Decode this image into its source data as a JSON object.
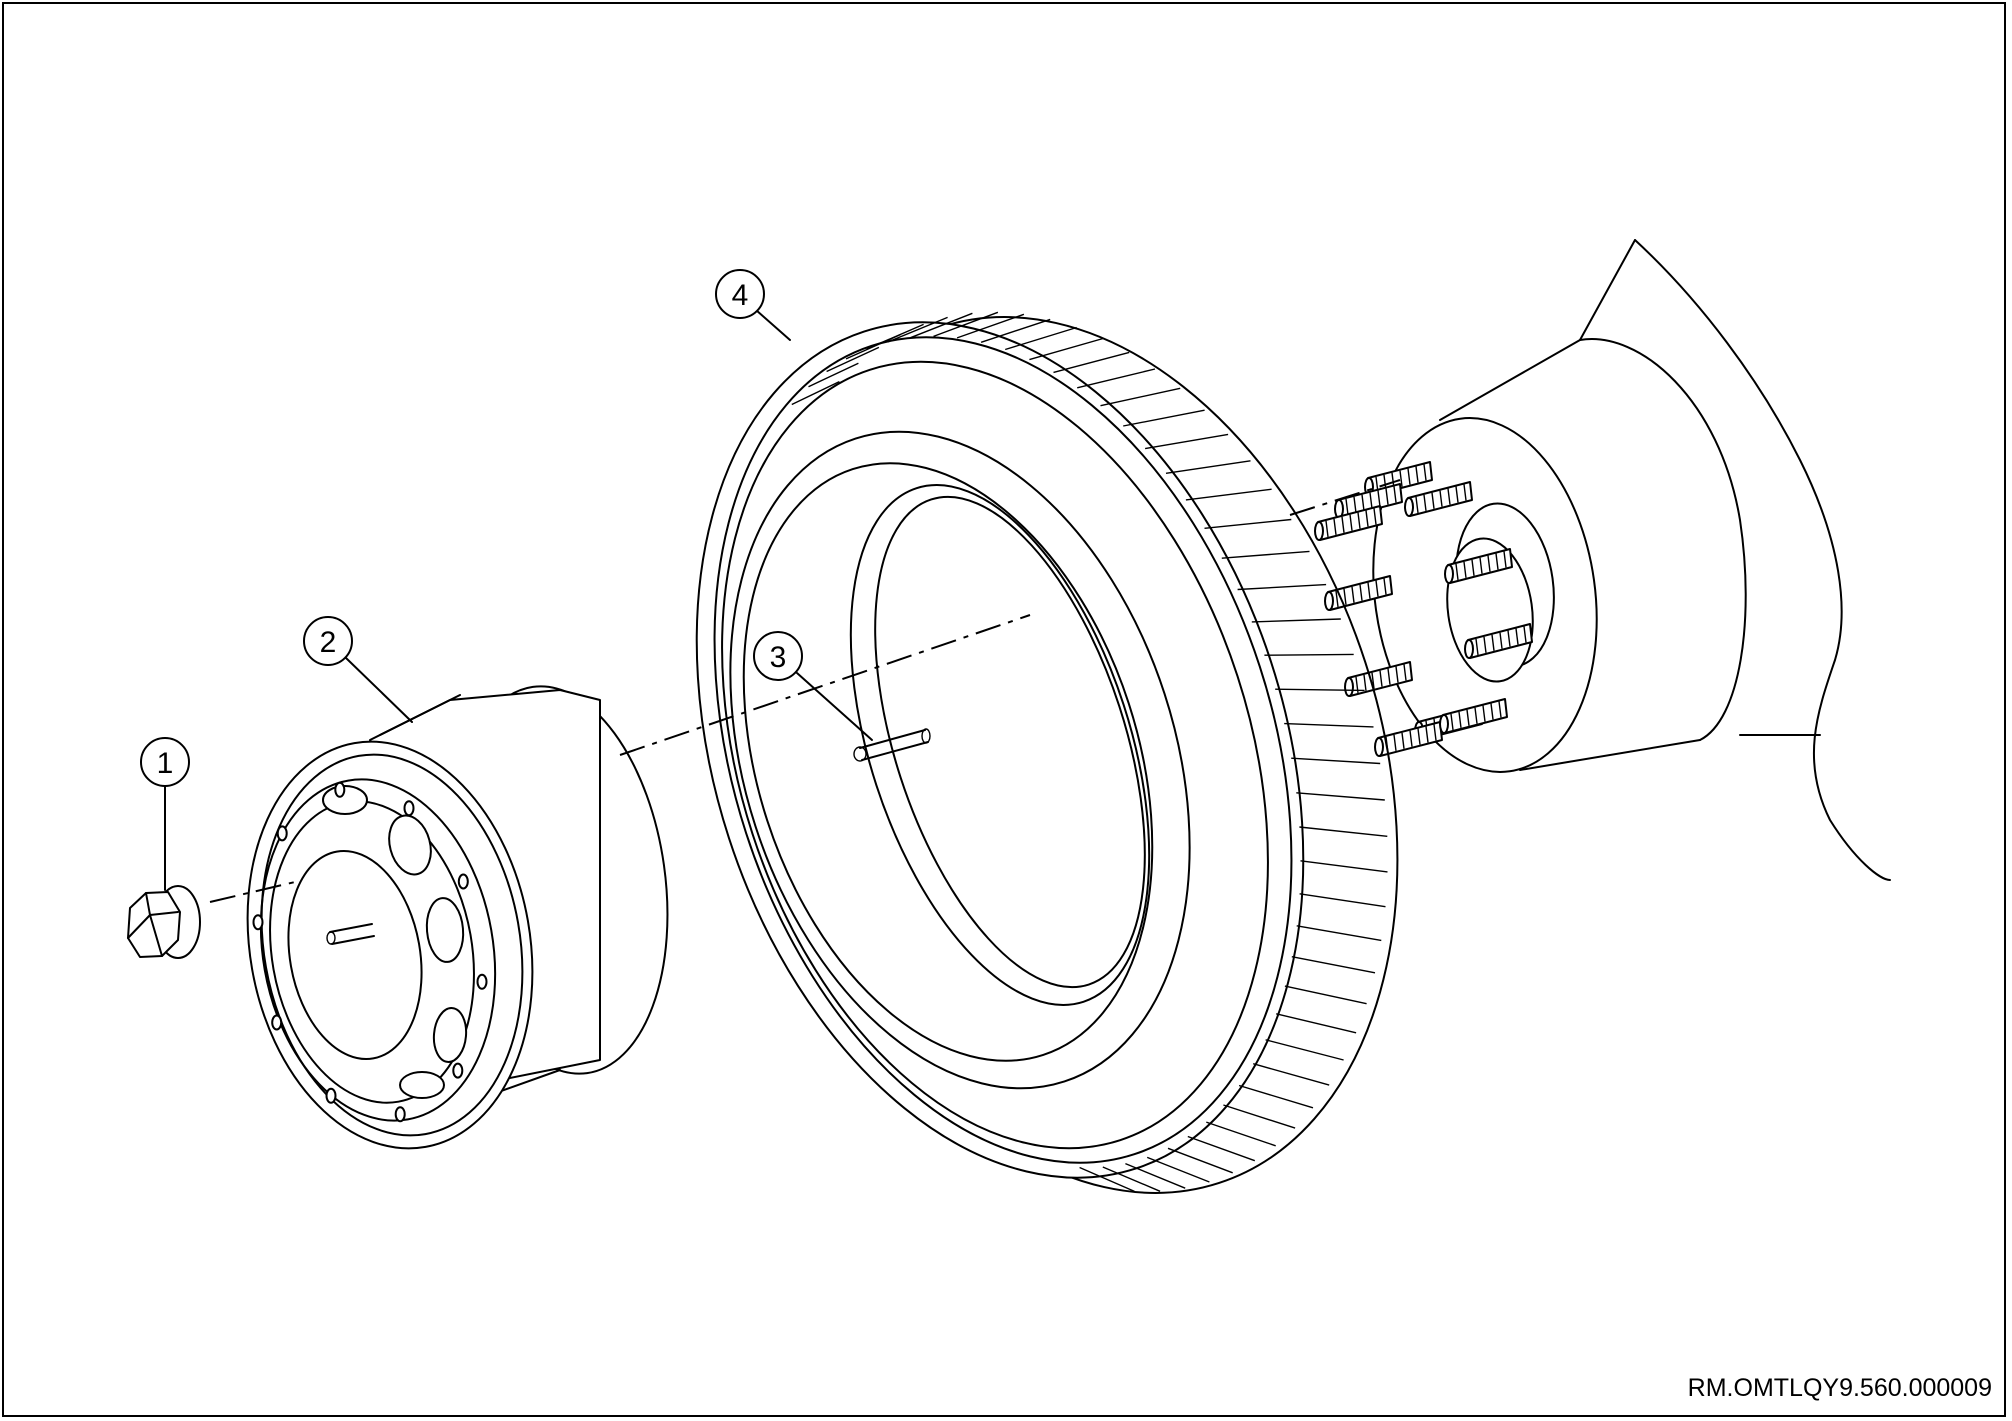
{
  "callouts": [
    {
      "id": "1",
      "label": "1"
    },
    {
      "id": "2",
      "label": "2"
    },
    {
      "id": "3",
      "label": "3"
    },
    {
      "id": "4",
      "label": "4"
    }
  ],
  "reference_code": "RM.OMTLQY9.560.000009",
  "colors": {
    "line": "#000000",
    "background": "#ffffff"
  }
}
